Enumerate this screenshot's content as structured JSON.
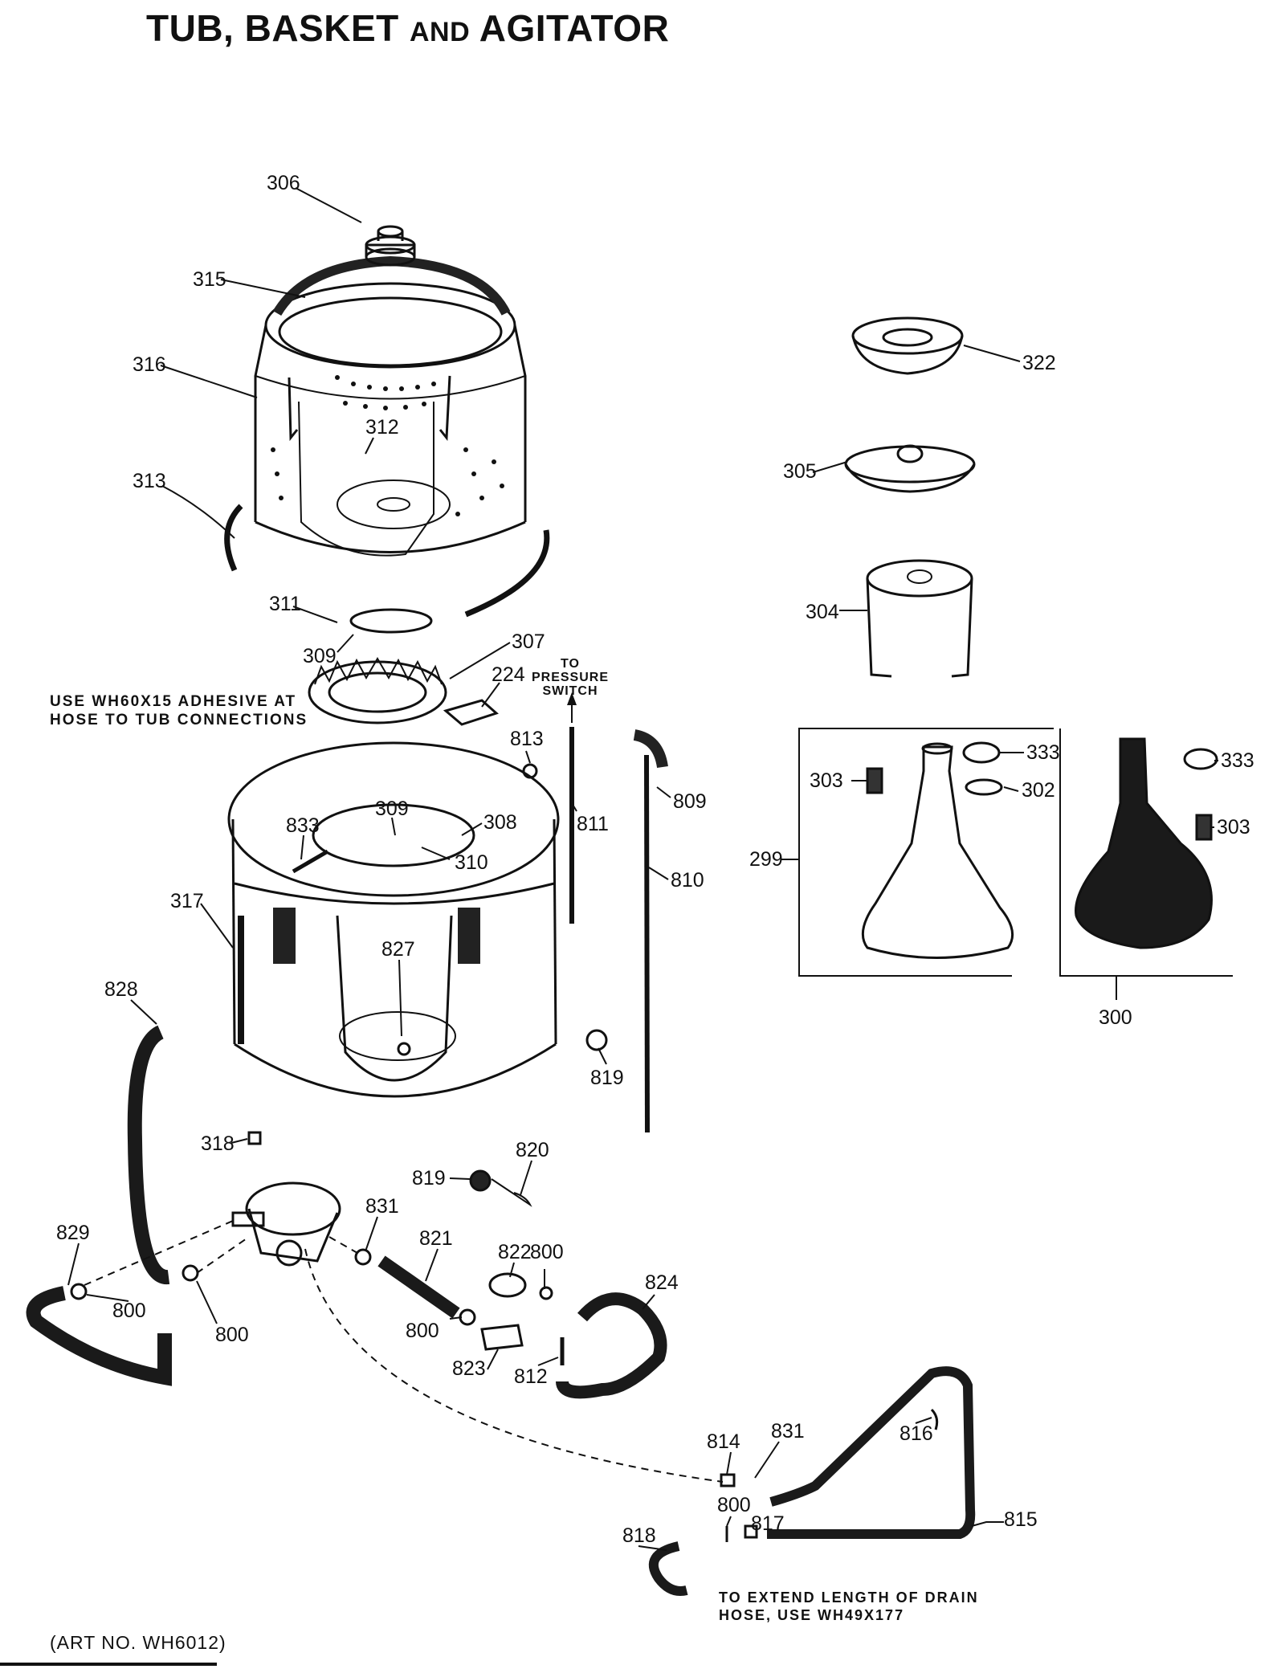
{
  "title": {
    "main1": "TUB, BASKET ",
    "small": "AND",
    "main2": " AGITATOR"
  },
  "art_number": "(ART NO. WH6012)",
  "notes": {
    "adhesive_line1": "USE WH60X15 ADHESIVE AT",
    "adhesive_line2": "HOSE TO TUB CONNECTIONS",
    "pressure_line1": "TO",
    "pressure_line2": "PRESSURE",
    "pressure_line3": "SWITCH",
    "drain_line1": "TO EXTEND LENGTH OF DRAIN",
    "drain_line2": "HOSE, USE WH49X177"
  },
  "callouts": {
    "c306": "306",
    "c315": "315",
    "c316": "316",
    "c312": "312",
    "c313": "313",
    "c311": "311",
    "c309a": "309",
    "c307": "307",
    "c224": "224",
    "c813": "813",
    "c833": "833",
    "c309b": "309",
    "c308": "308",
    "c310": "310",
    "c811": "811",
    "c809": "809",
    "c810": "810",
    "c317": "317",
    "c827": "827",
    "c828": "828",
    "c819a": "819",
    "c318": "318",
    "c820": "820",
    "c819b": "819",
    "c829": "829",
    "c831a": "831",
    "c821": "821",
    "c822": "822",
    "c800a": "800",
    "c800b": "800",
    "c800c": "800",
    "c800d": "800",
    "c824": "824",
    "c823": "823",
    "c812": "812",
    "c322": "322",
    "c305": "305",
    "c304": "304",
    "c333a": "333",
    "c302": "302",
    "c303a": "303",
    "c299": "299",
    "c333b": "333",
    "c303b": "303",
    "c300": "300",
    "c814": "814",
    "c831b": "831",
    "c816": "816",
    "c815": "815",
    "c818": "818",
    "c800e": "800",
    "c817": "817"
  }
}
